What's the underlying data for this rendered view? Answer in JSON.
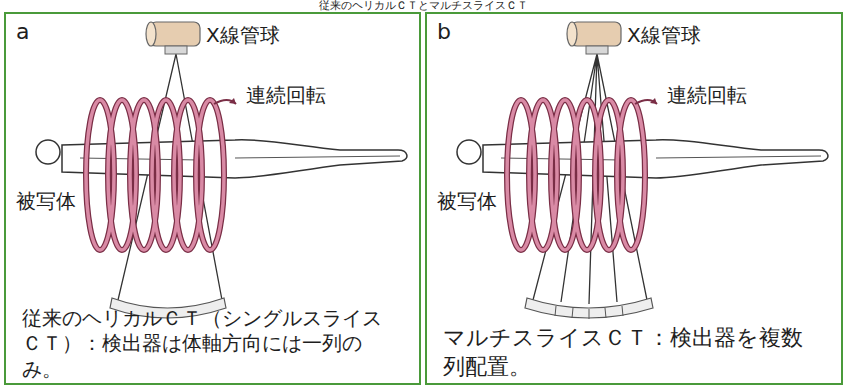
{
  "diagram": {
    "title": "従来のヘリカルＣＴとマルチスライスＣＴ",
    "nodes": [
      {
        "text": [
          "a",
          "従来のヘリカルＣＴ（シングルスライスＣＴ）：検出器は体軸方向には一列のみ。"
        ]
      },
      {
        "text": [
          "b",
          "マルチスライスＣＴ：検出器を複数列配置。"
        ]
      }
    ],
    "labels": [
      "X線管球",
      "連続回転",
      "被写体",
      "X線管球",
      "連続回転",
      "被写体"
    ]
  }
}
